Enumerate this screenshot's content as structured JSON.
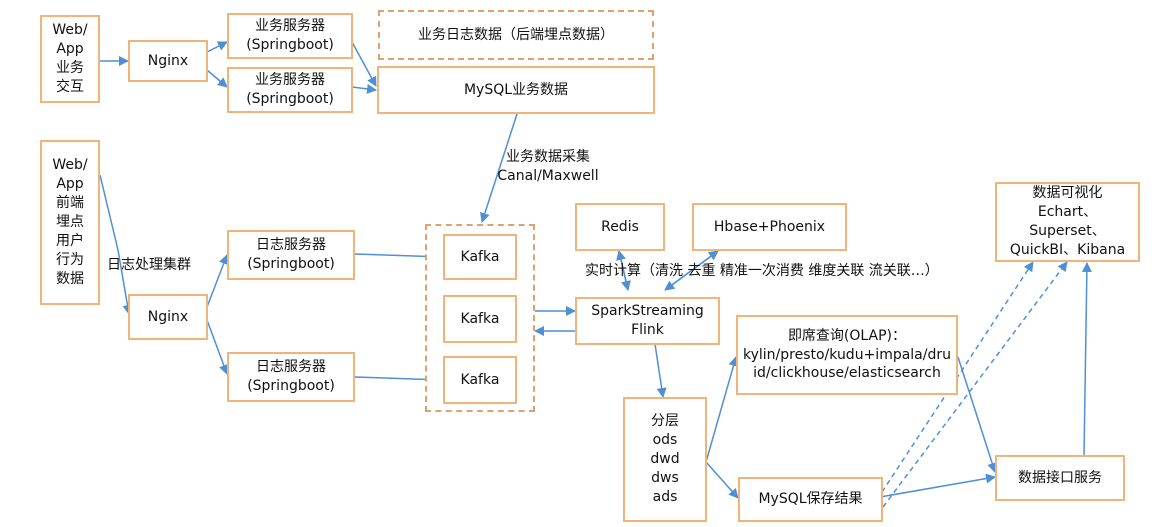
{
  "nodes": {
    "web_app_interaction": "Web/\nApp\n业务\n交互",
    "nginx_top": "Nginx",
    "biz_server_1": "业务服务器\n(Springboot)",
    "biz_server_2": "业务服务器\n(Springboot)",
    "biz_log_data": "业务日志数据（后端埋点数据）",
    "mysql_biz_data": "MySQL业务数据",
    "web_app_frontend": "Web/\nApp\n前端\n埋点\n用户\n行为\n数据",
    "nginx_bottom": "Nginx",
    "log_server_1": "日志服务器\n(Springboot)",
    "log_server_2": "日志服务器\n(Springboot)",
    "kafka_1": "Kafka",
    "kafka_2": "Kafka",
    "kafka_3": "Kafka",
    "redis": "Redis",
    "hbase_phoenix": "Hbase+Phoenix",
    "spark_flink": "SparkStreaming\nFlink",
    "olap": "即席查询(OLAP)：\nkylin/presto/kudu+impala/dru\nid/clickhouse/elasticsearch",
    "layers": "分层\nods\ndwd\ndws\nads",
    "mysql_result": "MySQL保存结果",
    "data_api_service": "数据接口服务",
    "visualization": "数据可视化\nEchart、\nSuperset、\nQuickBI、Kibana"
  },
  "labels": {
    "biz_data_collect": "业务数据采集\nCanal/Maxwell",
    "log_cluster": "日志处理集群",
    "realtime_compute": "实时计算（清洗 去重 精准一次消费 维度关联 流关联…）"
  },
  "colors": {
    "box_border": "#f0b37a",
    "dashed_border": "#e0a070",
    "arrow": "#4e8fd6"
  }
}
